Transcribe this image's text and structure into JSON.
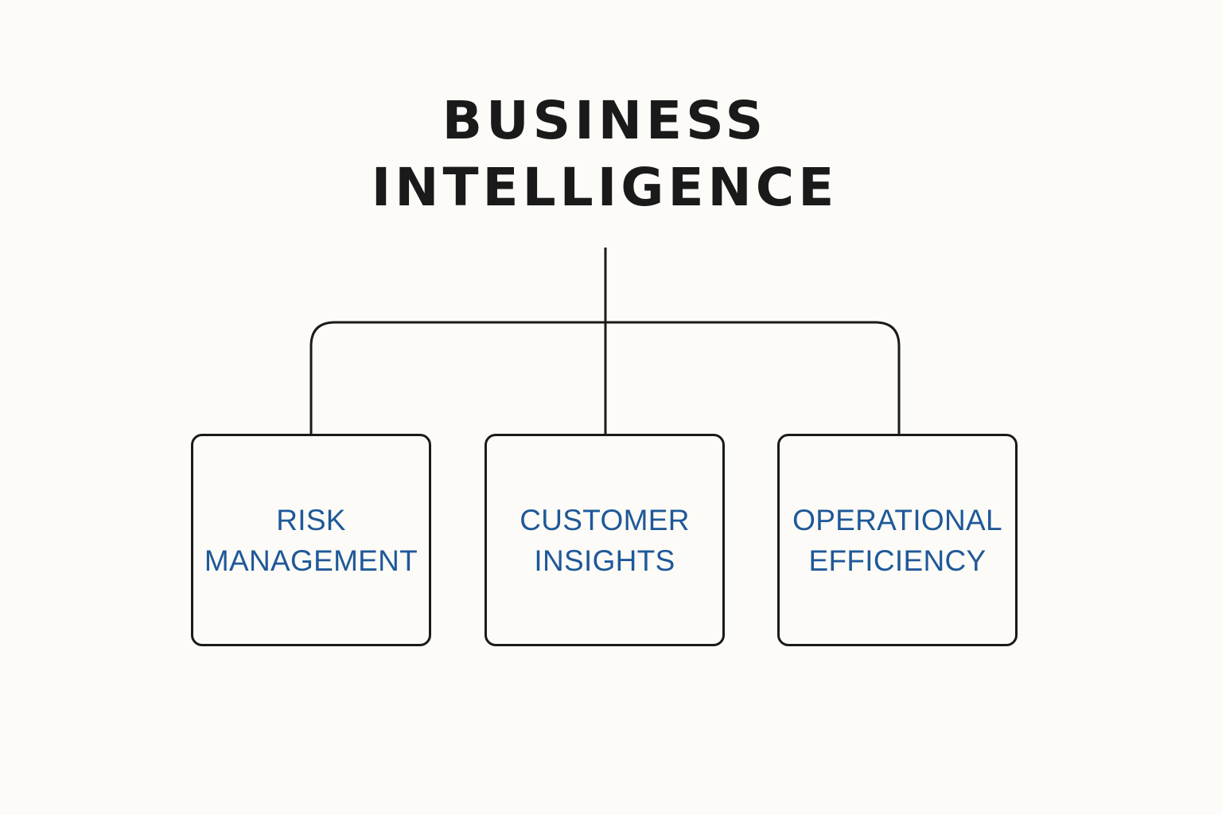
{
  "title": {
    "line1": "BUSINESS",
    "line2": "INTELLIGENCE"
  },
  "nodes": [
    {
      "line1": "RISK",
      "line2": "MANAGEMENT"
    },
    {
      "line1": "CUSTOMER",
      "line2": "INSIGHTS"
    },
    {
      "line1": "OPERATIONAL",
      "line2": "EFFICIENCY"
    }
  ],
  "colors": {
    "background": "#fcfbf7",
    "title": "#1a1a1a",
    "connector": "#1a1a1a",
    "node_border": "#1a1a1a",
    "node_label": "#1f5899"
  }
}
